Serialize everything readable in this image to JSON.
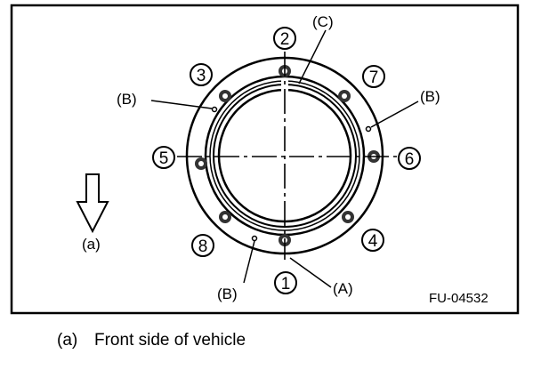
{
  "figure_id": "FU-04532",
  "bolt_numbers": [
    "1",
    "2",
    "3",
    "4",
    "5",
    "6",
    "7",
    "8"
  ],
  "labels": {
    "a": "(A)",
    "b": "(B)",
    "c": "(C)",
    "front": "(a)"
  },
  "legend": {
    "key": "(a)",
    "text": "Front side of vehicle"
  }
}
